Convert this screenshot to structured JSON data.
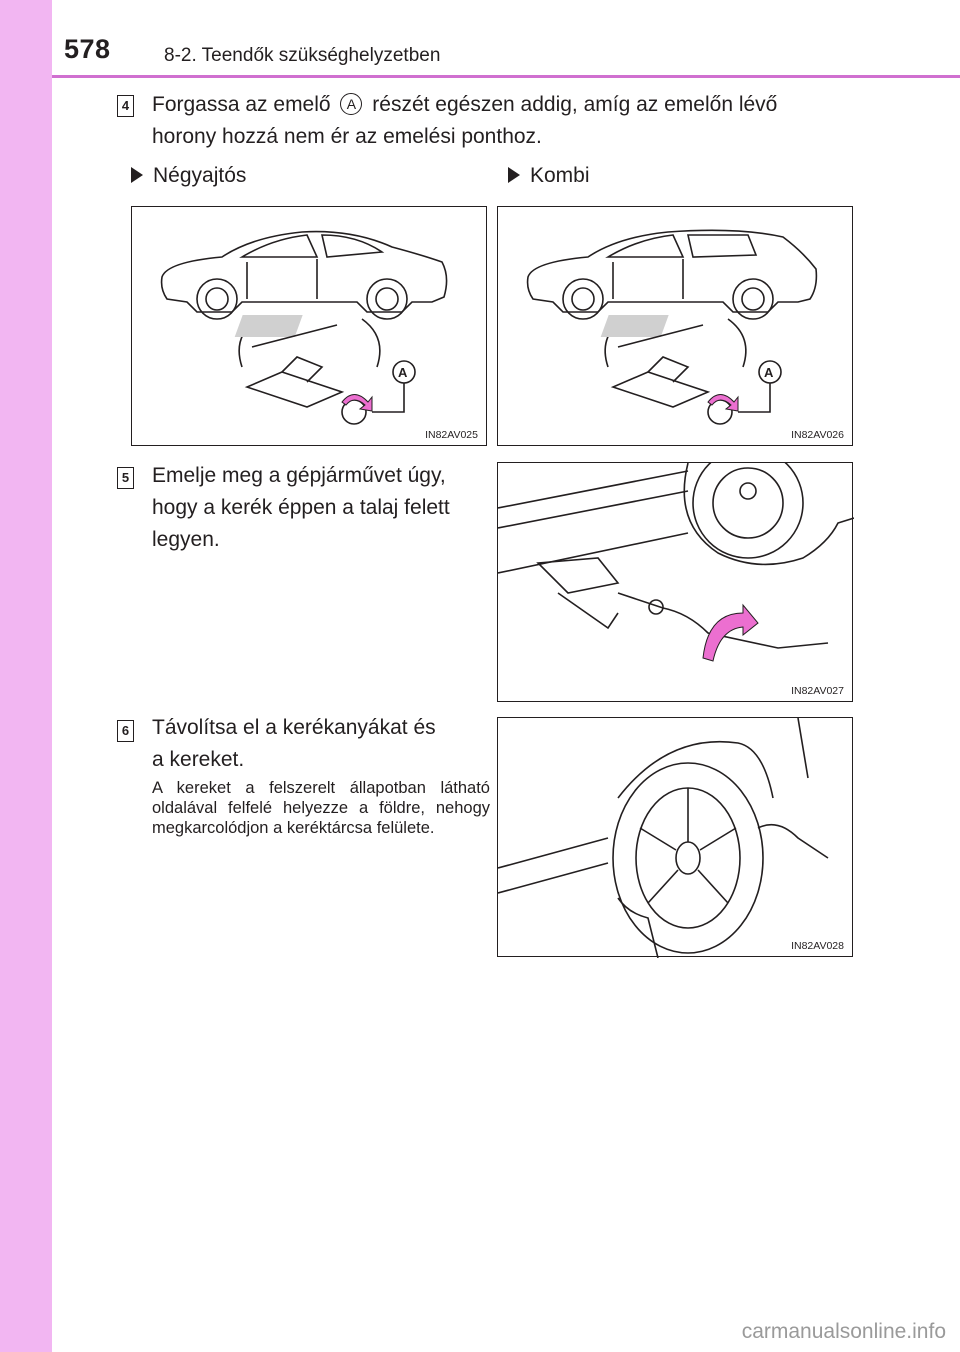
{
  "header": {
    "page_number": "578",
    "section": "8-2. Teendők szükséghelyzetben"
  },
  "steps": [
    {
      "number": "4",
      "text_before": "Forgassa az emelő",
      "marker": "A",
      "text_after": "részét egészen addig, amíg az emelőn lévő",
      "line2": "horony hozzá nem ér az emelési ponthoz."
    },
    {
      "number": "5",
      "lines": [
        "Emelje meg a gépjárművet úgy,",
        "hogy a kerék éppen a talaj felett",
        "legyen."
      ]
    },
    {
      "number": "6",
      "lines": [
        "Távolítsa el a kerékanyákat és",
        "a kereket."
      ],
      "note": "A kereket a felszerelt állapotban látható oldalával felfelé helyezze a földre, nehogy megkarcolódjon a keréktárcsa felülete."
    }
  ],
  "variants": [
    "Négyajtós",
    "Kombi"
  ],
  "figures": [
    {
      "code": "IN82AV025",
      "label": "A"
    },
    {
      "code": "IN82AV026",
      "label": "A"
    },
    {
      "code": "IN82AV027"
    },
    {
      "code": "IN82AV028"
    }
  ],
  "watermark": "carmanualsonline.info"
}
